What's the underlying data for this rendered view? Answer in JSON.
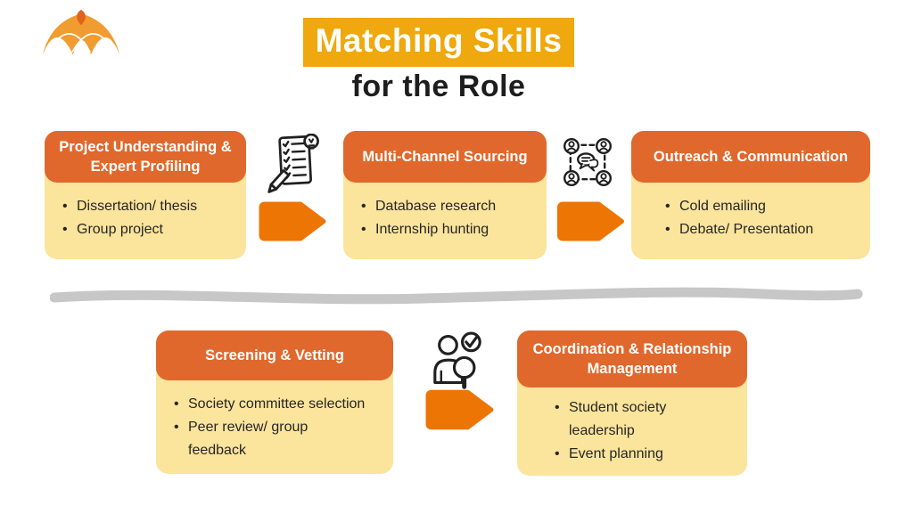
{
  "slide": {
    "logo": "arched-dome-logo",
    "title": {
      "highlighted": "Matching Skills",
      "subtitle": "for the Role"
    }
  },
  "colors": {
    "header_orange": "#E0682C",
    "arrow_orange": "#EC7504",
    "highlight_amber": "#EFA80D",
    "card_yellow": "#FBE49B",
    "divider_gray": "#C7C7C7",
    "text_dark": "#262626",
    "logo_light_orange": "#F09C30",
    "logo_dark_orange": "#E2621F"
  },
  "flow": {
    "row1": {
      "cards": [
        {
          "title": "Project Understanding & Expert Profiling",
          "bullets": [
            "Dissertation/ thesis",
            "Group project"
          ]
        },
        {
          "title": "Multi-Channel Sourcing",
          "bullets": [
            "Database research",
            "Internship hunting"
          ]
        },
        {
          "title": "Outreach & Communication",
          "bullets": [
            "Cold emailing",
            "Debate/ Presentation"
          ]
        }
      ],
      "connector_icons": [
        "checklist-pencil-bulb",
        "people-network-chat"
      ]
    },
    "row2": {
      "cards": [
        {
          "title": "Screening & Vetting",
          "bullets": [
            "Society committee selection",
            "Peer review/ group feedback"
          ]
        },
        {
          "title": "Coordination & Relationship Management",
          "bullets": [
            "Student society leadership",
            "Event planning"
          ]
        }
      ],
      "connector_icons": [
        "person-check-magnifier"
      ]
    }
  }
}
